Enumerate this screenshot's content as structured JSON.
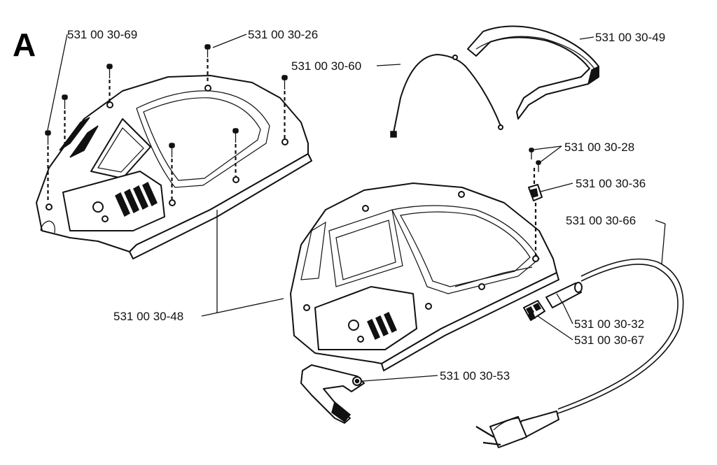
{
  "section_letter": "A",
  "callouts": {
    "p69": "531 00 30-69",
    "p26": "531 00 30-26",
    "p60": "531 00 30-60",
    "p49": "531 00 30-49",
    "p28": "531 00 30-28",
    "p36": "531 00 30-36",
    "p66": "531 00 30-66",
    "p48": "531 00 30-48",
    "p32": "531 00 30-32",
    "p67": "531 00 30-67",
    "p53": "531 00 30-53"
  }
}
